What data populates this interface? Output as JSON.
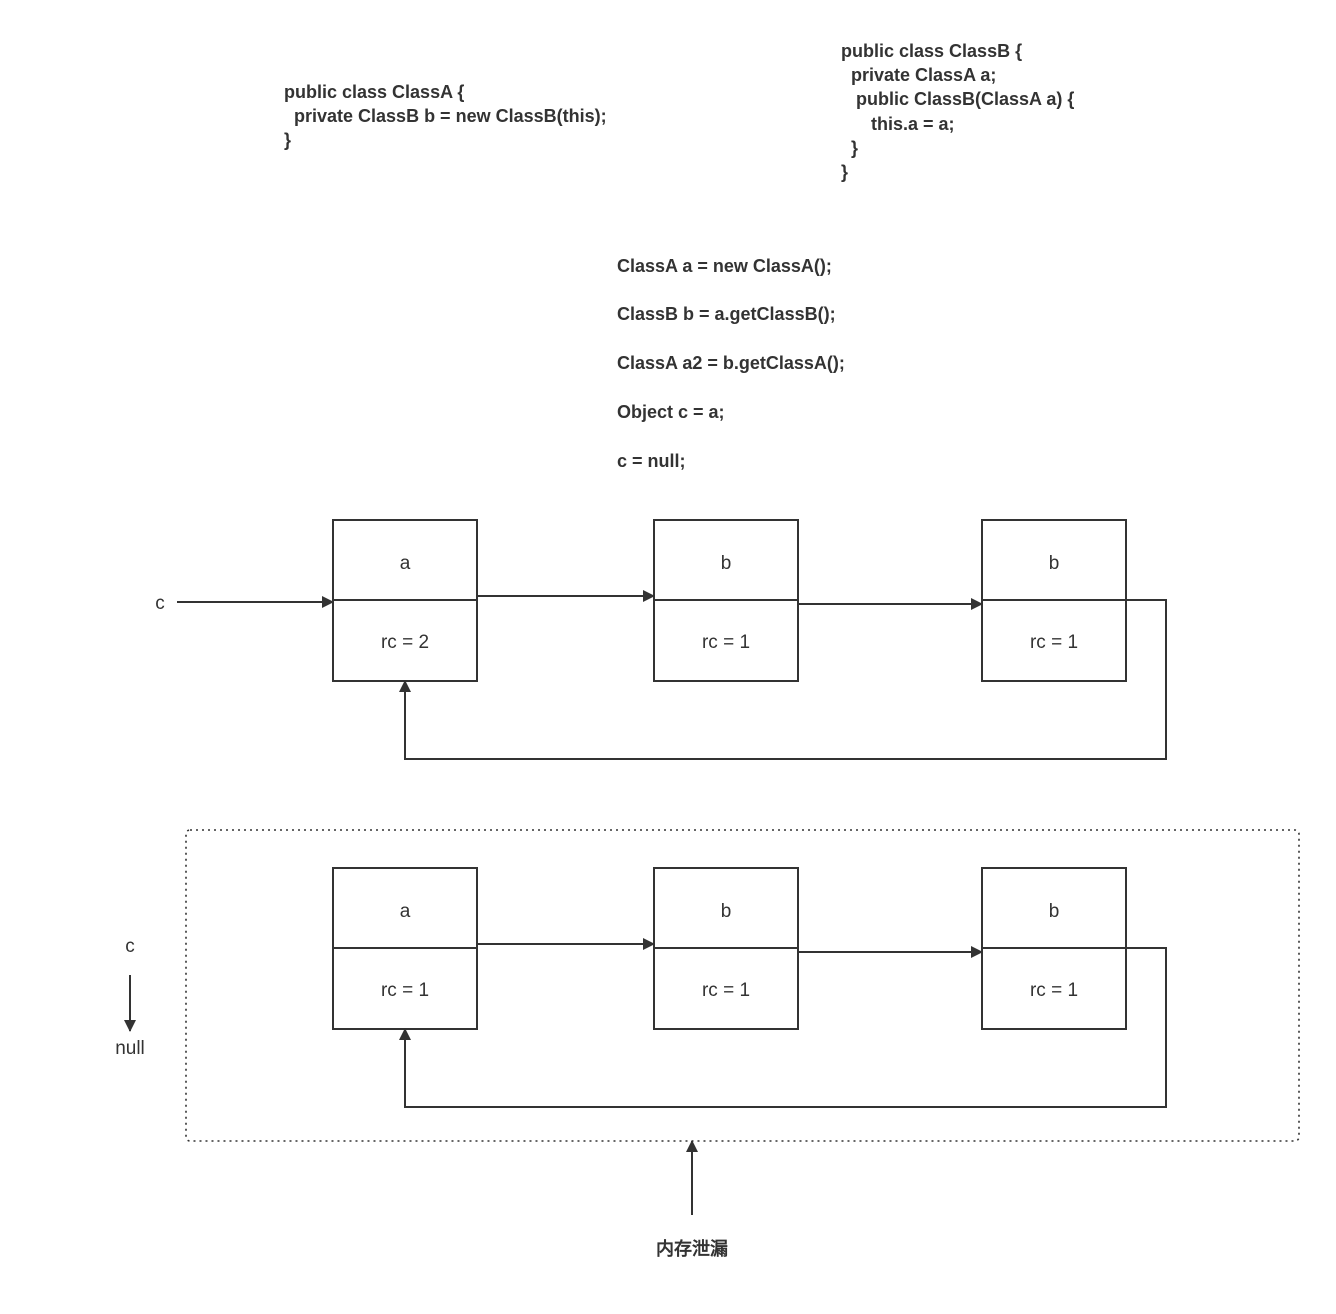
{
  "code": {
    "class_a": [
      "public class ClassA {",
      "  private ClassB b = new ClassB(this);",
      "}"
    ],
    "class_b": [
      "public class ClassB {",
      "  private ClassA a;",
      "   public ClassB(ClassA a) {",
      "      this.a = a;",
      "  }",
      "}"
    ],
    "statements": [
      "ClassA a = new ClassA();",
      "ClassB b = a.getClassB();",
      "ClassA a2 = b.getClassA();",
      "Object c = a;",
      "c = null;"
    ]
  },
  "before": {
    "ref_label": "c",
    "nodes": [
      {
        "name": "a",
        "rc": "rc = 2"
      },
      {
        "name": "b",
        "rc": "rc = 1"
      },
      {
        "name": "b",
        "rc": "rc = 1"
      }
    ]
  },
  "after": {
    "ref_label": "c",
    "null_label": "null",
    "nodes": [
      {
        "name": "a",
        "rc": "rc = 1"
      },
      {
        "name": "b",
        "rc": "rc = 1"
      },
      {
        "name": "b",
        "rc": "rc = 1"
      }
    ]
  },
  "leak_label": "内存泄漏",
  "colors": {
    "stroke": "#333333",
    "text": "#333333",
    "background": "#ffffff"
  }
}
